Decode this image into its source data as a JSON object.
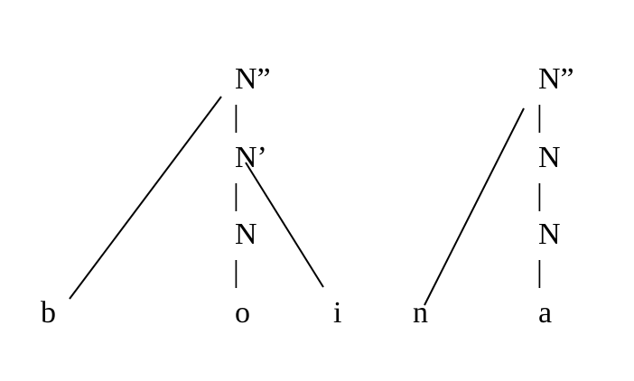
{
  "tree1": {
    "top": "N”",
    "bar1": "|",
    "mid": "N’",
    "bar2": "|",
    "head": "N",
    "bar3": "|",
    "leaves": [
      "b",
      "o",
      "i"
    ]
  },
  "tree2": {
    "top": "N”",
    "bar1": "|",
    "mid": "N",
    "bar2": "|",
    "head": "N",
    "bar3": "|",
    "leaves": [
      "n",
      "a"
    ]
  }
}
